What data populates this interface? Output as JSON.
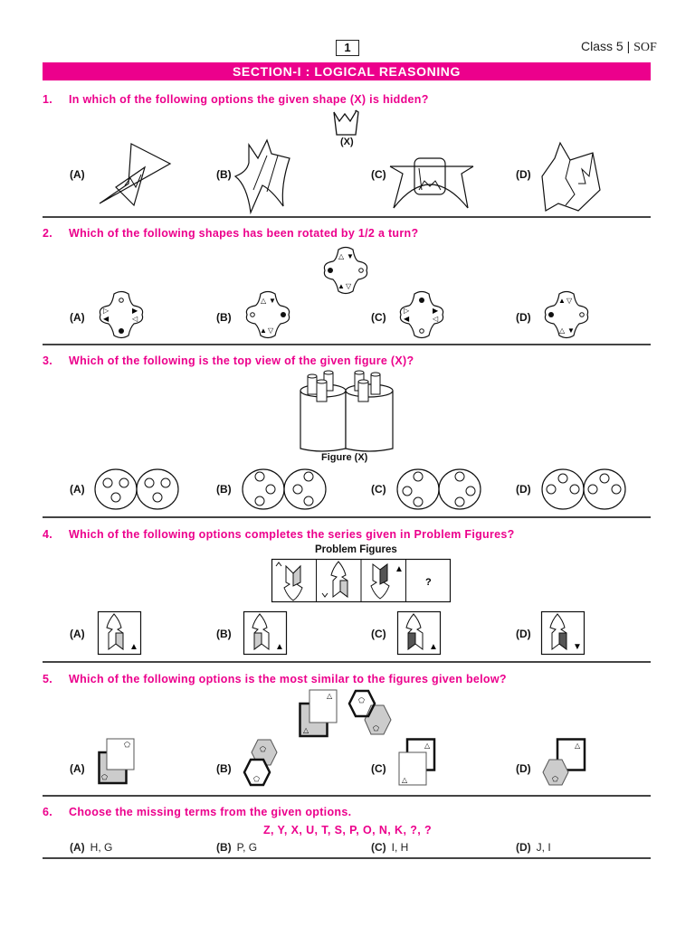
{
  "header": {
    "page_number": "1",
    "class_label": "Class 5 | ",
    "brand": "SOF"
  },
  "section": {
    "title": "SECTION-I : LOGICAL REASONING"
  },
  "accent_color": "#ec008c",
  "questions": [
    {
      "number": "1.",
      "text": "In which of the following options the given shape (X) is hidden?",
      "figure_caption": "(X)",
      "options": [
        "(A)",
        "(B)",
        "(C)",
        "(D)"
      ]
    },
    {
      "number": "2.",
      "text": "Which of the following shapes has been rotated by 1/2 a turn?",
      "options": [
        "(A)",
        "(B)",
        "(C)",
        "(D)"
      ]
    },
    {
      "number": "3.",
      "text": "Which of the following is the top view of the given figure (X)?",
      "figure_caption": "Figure (X)",
      "options": [
        "(A)",
        "(B)",
        "(C)",
        "(D)"
      ]
    },
    {
      "number": "4.",
      "text": "Which of the following options completes the series given in Problem Figures?",
      "figure_caption": "Problem Figures",
      "missing_marker": "?",
      "options": [
        "(A)",
        "(B)",
        "(C)",
        "(D)"
      ]
    },
    {
      "number": "5.",
      "text": "Which of the following options is the most similar to the figures given below?",
      "options": [
        "(A)",
        "(B)",
        "(C)",
        "(D)"
      ]
    },
    {
      "number": "6.",
      "text": "Choose the missing terms from the given options.",
      "sequence": "Z, Y, X, U, T, S, P, O, N, K, ?, ?",
      "options": [
        {
          "label": "(A)",
          "value": "H, G"
        },
        {
          "label": "(B)",
          "value": "P, G"
        },
        {
          "label": "(C)",
          "value": "I, H"
        },
        {
          "label": "(D)",
          "value": "J, I"
        }
      ]
    }
  ]
}
